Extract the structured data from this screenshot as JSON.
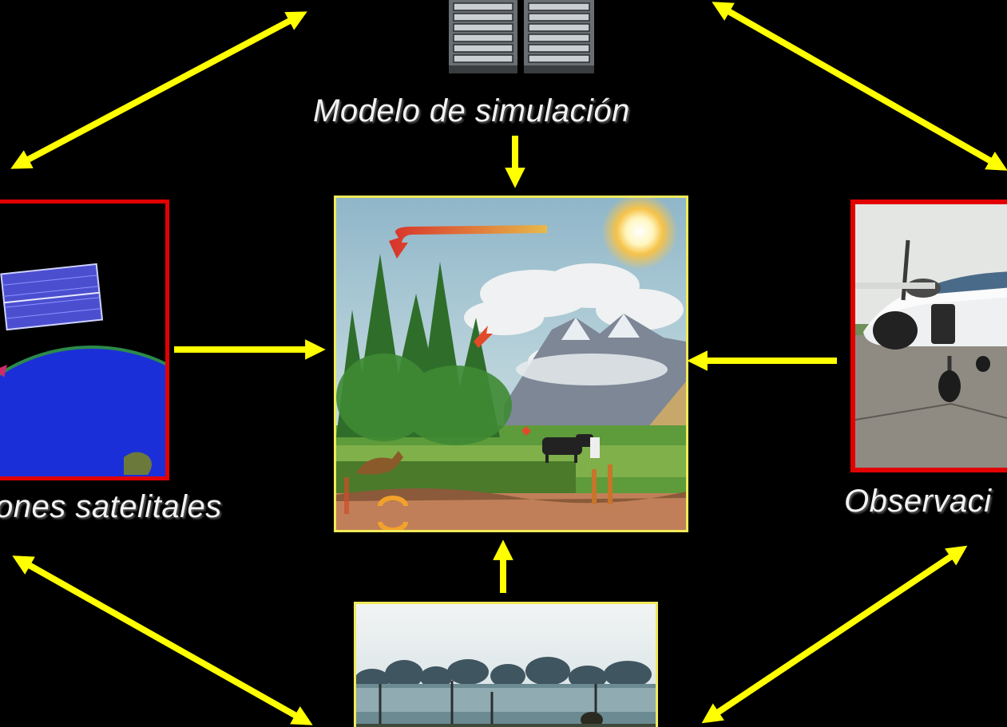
{
  "diagram": {
    "labels": {
      "model": "Modelo de simulación",
      "satellite": "ones satelitales",
      "observation": "Observaci"
    },
    "colors": {
      "background": "#000000",
      "arrow": "#ffff00",
      "observation_frame": "#e30000",
      "center_frame": "#f0ea5a"
    }
  }
}
